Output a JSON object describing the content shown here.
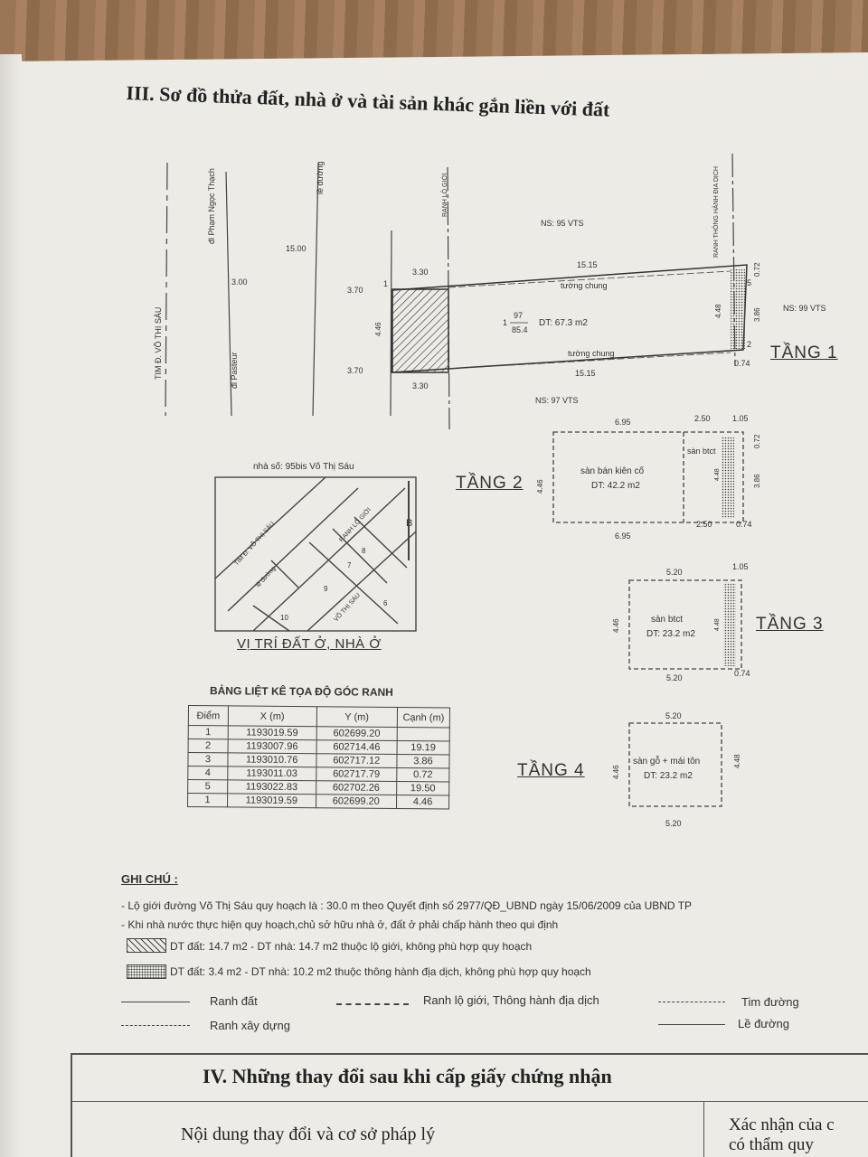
{
  "section3": {
    "title": "III. Sơ đồ thửa đất, nhà ở và tài sản khác gắn liền với đất"
  },
  "streets": {
    "vo_thi_sau_center": "TIM Đ. VÕ THỊ SÁU",
    "pasteur": "đl Pasteur",
    "pham_ngoc_thach": "đl Phạm Ngọc Thạch",
    "le_duong": "lề đường",
    "rgd_top": "RANH LỘ GIỚI",
    "rgd_right": "RANH THÔNG HÀNH ĐỊA DỊCH",
    "w_3_00": "3.00",
    "w_15_00": "15.00"
  },
  "plan_floor1": {
    "label": "TẦNG 1",
    "area": "DT: 67.3 m2",
    "parcel_num": "97",
    "parcel_area": "85.4",
    "parcel_prefix": "1",
    "neighbor_top": "NS: 95 VTS",
    "neighbor_bottom": "NS: 97 VTS",
    "neighbor_right": "NS: 99 VTS",
    "shared_wall_top": "tường chung",
    "shared_wall_bottom": "tường chung",
    "dim_top_len": "15.15",
    "dim_bottom_len": "15.15",
    "dim_3_30_top": "3.30",
    "dim_3_30_bottom": "3.30",
    "dim_3_70_top": "3.70",
    "dim_3_70_bottom": "3.70",
    "dim_4_46": "4.46",
    "dim_4_48": "4.48",
    "dim_3_86": "3.86",
    "dim_0_72": "0.72",
    "dim_0_74": "0.74",
    "pt1": "1",
    "pt2": "2",
    "pt5": "5"
  },
  "plan_floor2": {
    "label": "TẦNG 2",
    "area_name": "sàn bán kiên cố",
    "area": "DT: 42.2 m2",
    "room_btct": "sàn btct",
    "dim_6_95_top": "6.95",
    "dim_6_95_bottom": "6.95",
    "dim_2_50_top": "2.50",
    "dim_2_50_bottom": "2.50",
    "dim_1_05": "1.05",
    "dim_0_72": "0.72",
    "dim_0_74": "0.74",
    "dim_4_46": "4.46",
    "dim_3_86": "3.86",
    "dim_4_48": "4.48"
  },
  "plan_floor3": {
    "label": "TẦNG 3",
    "area_name": "sàn btct",
    "area": "DT: 23.2 m2",
    "dim_5_20_top": "5.20",
    "dim_5_20_bottom": "5.20",
    "dim_1_05": "1.05",
    "dim_0_74": "0.74",
    "dim_4_46": "4.46",
    "dim_4_48": "4.48"
  },
  "plan_floor4": {
    "label": "TẦNG 4",
    "area_name": "sàn gỗ + mái tôn",
    "area": "DT: 23.2 m2",
    "dim_5_20_top": "5.20",
    "dim_5_20_bottom": "5.20",
    "dim_4_46": "4.46",
    "dim_4_48": "4.48"
  },
  "location_map": {
    "address": "nhà số: 95bis Võ Thị Sáu",
    "caption": "VỊ TRÍ ĐẤT Ở, NHÀ Ở",
    "street1": "TIM Đ. VÕ THỊ SÁU",
    "street2": "lề đường",
    "street3": "RANH LỘ GIỚI",
    "street4": "VÕ THỊ SÁU",
    "north": "B",
    "lot_numbers": [
      "8",
      "7",
      "9",
      "6",
      "10"
    ]
  },
  "coord_table": {
    "title": "BẢNG LIỆT KÊ TỌA ĐỘ GÓC RANH",
    "headers": [
      "Điểm",
      "X (m)",
      "Y (m)",
      "Cạnh (m)"
    ],
    "rows": [
      [
        "1",
        "1193019.59",
        "602699.20",
        ""
      ],
      [
        "2",
        "1193007.96",
        "602714.46",
        "19.19"
      ],
      [
        "3",
        "1193010.76",
        "602717.12",
        "3.86"
      ],
      [
        "4",
        "1193011.03",
        "602717.79",
        "0.72"
      ],
      [
        "5",
        "1193022.83",
        "602702.26",
        "19.50"
      ],
      [
        "1",
        "1193019.59",
        "602699.20",
        "4.46"
      ]
    ]
  },
  "notes": {
    "title": "GHI CHÚ :",
    "line1": "- Lộ giới đường Võ Thị Sáu quy hoạch là : 30.0 m theo Quyết định số 2977/QĐ_UBND ngày 15/06/2009 của UBND TP",
    "line2": "- Khi nhà nước thực hiện quy hoạch,chủ sở hữu nhà ở, đất ở phải chấp hành theo qui định",
    "hatch_note": "DT đất: 14.7 m2 - DT nhà: 14.7 m2 thuộc lộ giới, không phù hợp quy hoạch",
    "dots_note": "DT đất: 3.4 m2 - DT nhà: 10.2 m2 thuộc thông hành địa dịch, không phù hợp quy hoạch"
  },
  "legend": {
    "ranh_dat": "Ranh đất",
    "ranh_xay_dung": "Ranh xây dựng",
    "ranh_lo_gioi": "Ranh lộ giới, Thông hành địa dịch",
    "tim_duong": "Tim đường",
    "le_duong": "Lề đường"
  },
  "section4": {
    "title": "IV. Những thay đổi sau khi cấp giấy chứng nhận",
    "col_left": "Nội dung thay đổi và cơ sở pháp lý",
    "col_right_line1": "Xác nhận của c",
    "col_right_line2": "có thẩm quy"
  }
}
